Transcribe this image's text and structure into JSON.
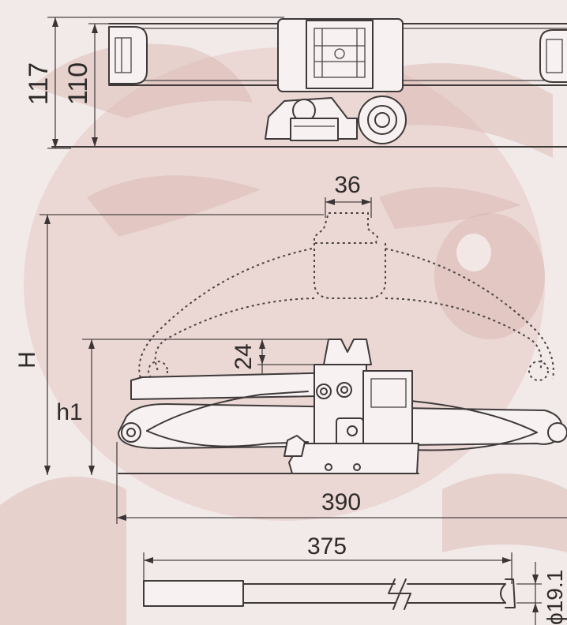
{
  "dimensions": {
    "top_overall_height": "117",
    "top_inner_height": "110",
    "top_width": "36",
    "height_label": "H",
    "h1_label": "h1",
    "step": "24",
    "overall_length": "390",
    "handle_length": "375",
    "handle_diameter": "ϕ19.1"
  }
}
